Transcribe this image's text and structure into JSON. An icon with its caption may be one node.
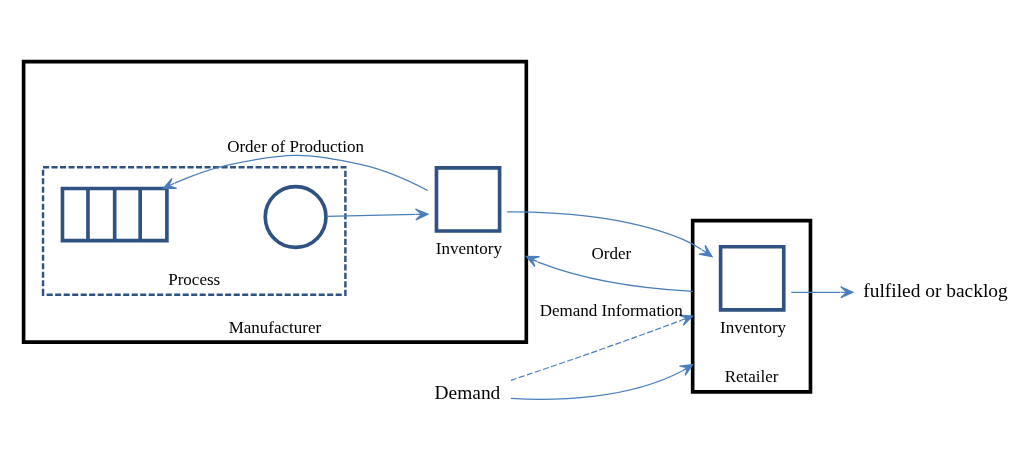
{
  "diagram": {
    "nodes": [
      {
        "text": [
          "Manufacturer"
        ]
      },
      {
        "text": [
          "Process"
        ],
        "in": 0
      },
      {
        "text": [],
        "shape": "box",
        "in": 1
      },
      {
        "text": [],
        "shape": "circle",
        "in": 1
      },
      {
        "text": [
          "Inventory"
        ],
        "in": 0
      },
      {
        "text": [
          "Retailer"
        ]
      },
      {
        "text": [
          "Inventory"
        ],
        "in": 5
      },
      {
        "text": [
          "Demand"
        ]
      },
      {
        "text": [
          "fulfiled or backlog"
        ]
      }
    ],
    "edges": [
      {
        "from": 0,
        "to": 2,
        "arrow": "to",
        "label": "Order of Production"
      },
      {
        "from": 5,
        "to": 0,
        "arrow": "to",
        "label": "Order"
      },
      {
        "from": 7,
        "to": 5,
        "arrow": "to",
        "label": "Demand Information",
        "style": "dashed"
      },
      {
        "from": 7,
        "to": 5,
        "arrow": "to"
      },
      {
        "from": 3,
        "to": 4,
        "arrow": "to"
      },
      {
        "from": 4,
        "to": 6,
        "arrow": "to"
      },
      {
        "from": 6,
        "to": 8,
        "arrow": "to"
      }
    ]
  }
}
